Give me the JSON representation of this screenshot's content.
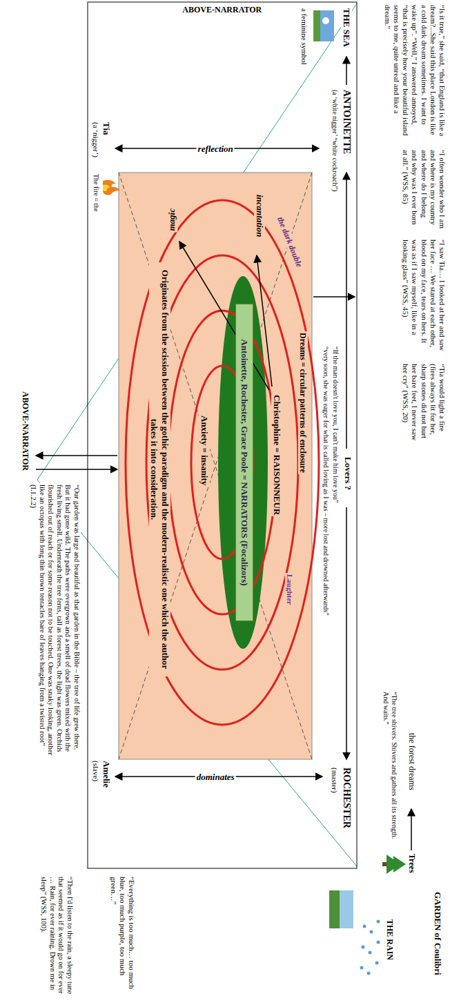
{
  "diagram": {
    "nodes": [
      {
        "text": [
          "Originates from the scission between the gothic paradigm and the modern-realistic one which the author takes it into consideration."
        ]
      },
      {
        "text": [
          "Antoinette, Rochester, Grace Poole = NARRATORS (Focalizors)"
        ],
        "in": 0
      }
    ],
    "labels": [
      "“Is it true,” she said, “that England is like a dream?...She said this place London is like a cold dark dream sometimes. I want to wake up”. “Well,” I answered annoyed, “that is precisely how your beautiful island seems to me, quite unreal and like a dream.”",
      "“I often wonder who I am and where is my country and where do I belong and why was I ever born at all.” (WSS, 85)",
      "“I saw Tia… I looked at her and saw her face … We stared at each other, blood on my face, tears on hers. It was as if I saw myself, like in a looking glass” (WSS, 45)",
      "“Tia would light a fire (fires always lit for her, sharp stones did not hurt her bare feet, I never saw her cry” (WSS, 20)",
      "THE SEA",
      "a feminine symbol",
      "ANTOINETTE",
      "(a ‘white nigger’ “white cockroach”)",
      "Lovers ?",
      "“If the man doesn't love you, I can't make him love you”",
      "“very soon, she was eager for what is called loving as I was – more lost and drowned afterwards”",
      "ROCHESTER",
      "(master)",
      "GARDEN of Coulibri",
      "THE RAIN",
      "Trees",
      "the forest dreams",
      "“The tree shivers. Shivers and gathers all its strength. And waits.”",
      "“Everything is too much… too much blue, too much purple, too much green…”",
      "“Our garden was large and beautiful as that garden in the Bible – the tree of life grew there. But it had gone wild. The paths were overgrown and a smell of dead flowers mixed with the fresh living smell. Underneath the tree ferns, tall as forest trees, the light was green. Orchids flourished out of reach or for some reason not to be touched. One was snaky looking, another like an octopus with long thin brown tentacles bare of leaves hanging from a twisted root” (I.1.2.2)",
      "“Then I'd listen to the rain, a sleepy tune that seemed as if it would go on for ever … Rain, for ever raining. Drown me in sleep” (WSS, 100).",
      "dominates",
      "Amelie",
      "(slave)",
      "reflection",
      "Tia",
      "(a ‘nigger’)",
      "The fire = the",
      "Dreams = circular patterns of enclosure",
      "Laughter",
      "the dark double",
      "incantation",
      "magic",
      "Christophine = RAISONNEUR",
      "Anxiety = insanity",
      "ABOVE-NARRATOR",
      "ABOVE-NARRATOR"
    ]
  }
}
